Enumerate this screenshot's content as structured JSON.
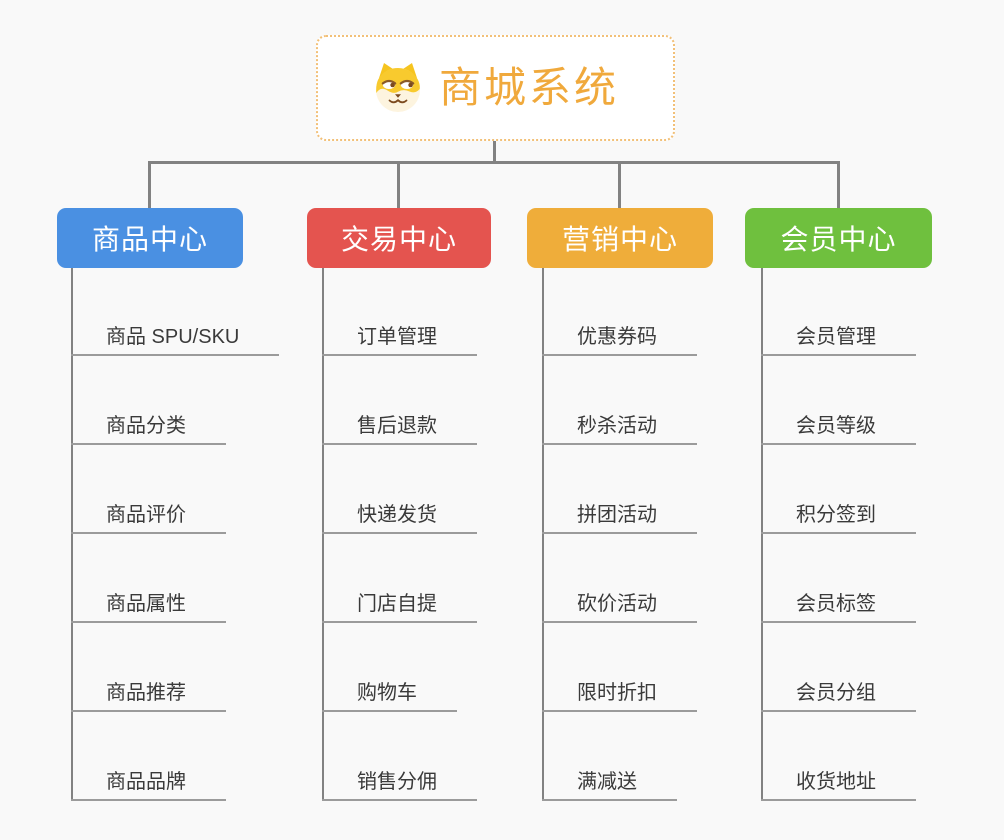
{
  "colors": {
    "canvas-bg": "#f9f9f9",
    "connector": "#828282",
    "leaf-underline": "#9b9b9b",
    "leaf-text": "#3a3a3a",
    "root-accent": "#f0a93c",
    "root-border": "#f2c078"
  },
  "root": {
    "title": "商城系统",
    "icon": "dog-face-icon"
  },
  "branches": [
    {
      "label": "商品中心",
      "color": "#4a90e2",
      "children": [
        "商品 SPU/SKU",
        "商品分类",
        "商品评价",
        "商品属性",
        "商品推荐",
        "商品品牌"
      ]
    },
    {
      "label": "交易中心",
      "color": "#e4544f",
      "children": [
        "订单管理",
        "售后退款",
        "快递发货",
        "门店自提",
        "购物车",
        "销售分佣"
      ]
    },
    {
      "label": "营销中心",
      "color": "#efad3a",
      "children": [
        "优惠券码",
        "秒杀活动",
        "拼团活动",
        "砍价活动",
        "限时折扣",
        "满减送"
      ]
    },
    {
      "label": "会员中心",
      "color": "#6fc03e",
      "children": [
        "会员管理",
        "会员等级",
        "积分签到",
        "会员标签",
        "会员分组",
        "收货地址"
      ]
    }
  ]
}
